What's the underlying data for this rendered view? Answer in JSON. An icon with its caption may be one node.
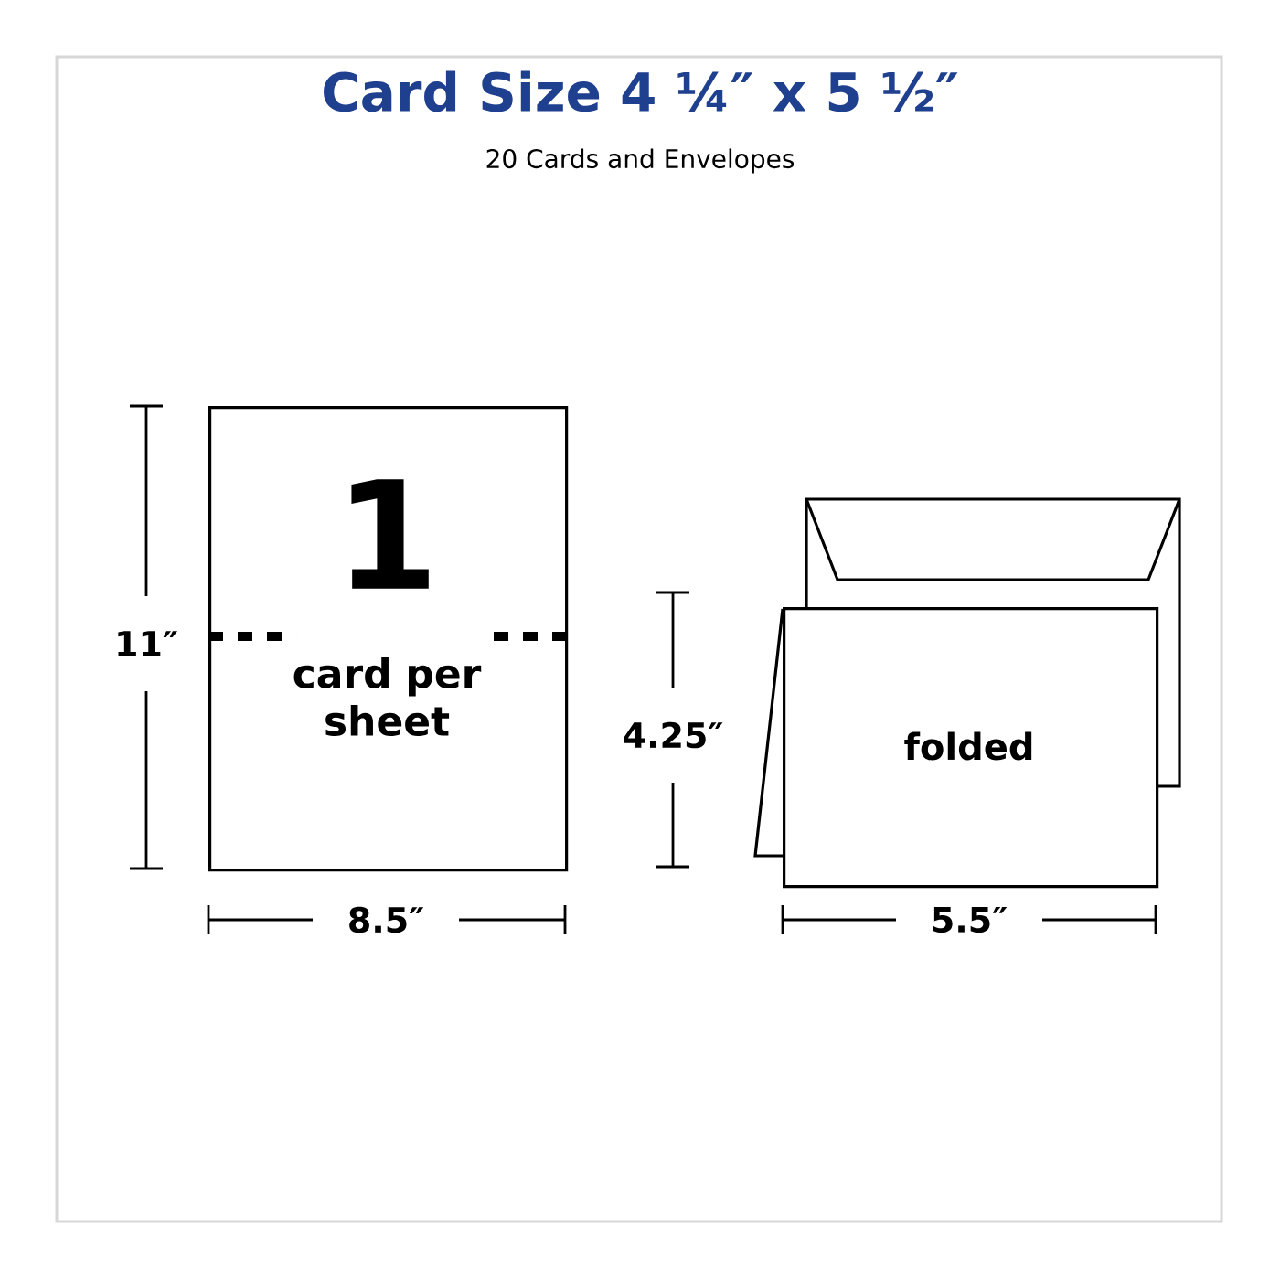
{
  "diagram": {
    "title": "Card Size 4 ¼″ x 5 ½″",
    "nodes": [
      {
        "text": [
          "1",
          "card per sheet"
        ]
      },
      {
        "text": [
          "folded"
        ]
      }
    ],
    "edges": [],
    "labels": [
      "20 Cards and Envelopes",
      "11″",
      "4.25″",
      "8.5″",
      "5.5″"
    ]
  }
}
